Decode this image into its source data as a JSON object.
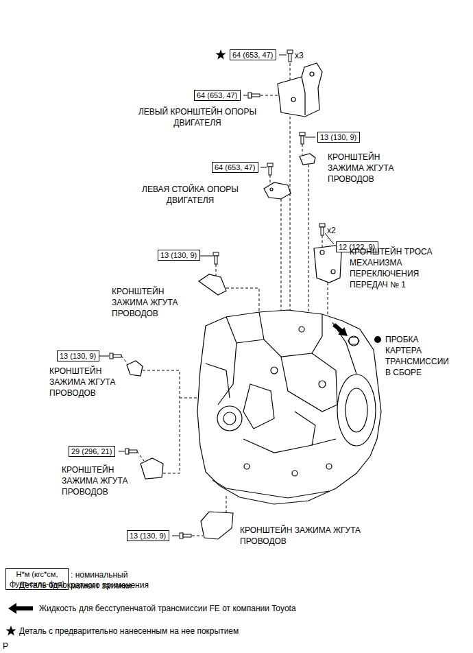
{
  "diagram": {
    "nodes": [
      {
        "text": [
          "64 (653, 47)"
        ]
      },
      {
        "text": [
          "64 (653, 47)"
        ]
      },
      {
        "text": [
          "13 (130, 9)"
        ]
      },
      {
        "text": [
          "64 (653, 47)"
        ]
      },
      {
        "text": [
          "12 (122, 9)"
        ]
      },
      {
        "text": [
          "13 (130, 9)"
        ]
      },
      {
        "text": [
          "13 (130, 9)"
        ]
      },
      {
        "text": [
          "29 (296, 21)"
        ]
      },
      {
        "text": [
          "13 (130, 9)"
        ]
      },
      {
        "text": [
          "Н*м (кгс*см, фунт-сила-фут)"
        ]
      }
    ],
    "labels": [
      "x3",
      "ЛЕВЫЙ КРОНШТЕЙН ОПОРЫ ДВИГАТЕЛЯ",
      "КРОНШТЕЙН ЗАЖИМА ЖГУТА ПРОВОДОВ",
      "ЛЕВАЯ СТОЙКА ОПОРЫ ДВИГАТЕЛЯ",
      "x2",
      "КРОНШТЕЙН ТРОСА МЕХАНИЗМА ПЕРЕКЛЮЧЕНИЯ ПЕРЕДАЧ № 1",
      "КРОНШТЕЙН ЗАЖИМА ЖГУТА ПРОВОДОВ",
      "ПРОБКА КАРТЕРА ТРАНСМИССИИ В СБОРЕ",
      "КРОНШТЕЙН ЗАЖИМА ЖГУТА ПРОВОДОВ",
      "КРОНШТЕЙН ЗАЖИМА ЖГУТА ПРОВОДОВ",
      "КРОНШТЕЙН ЗАЖИМА ЖГУТА ПРОВОДОВ",
      ": номинальный момент затяжки",
      "P"
    ],
    "legend": [
      {
        "text": "Деталь однократного применения"
      },
      {
        "text": "Жидкость для бесступенчатой трансмиссии FE от компании Toyota"
      },
      {
        "text": "Деталь с предварительно нанесенным на нее покрытием"
      }
    ]
  }
}
